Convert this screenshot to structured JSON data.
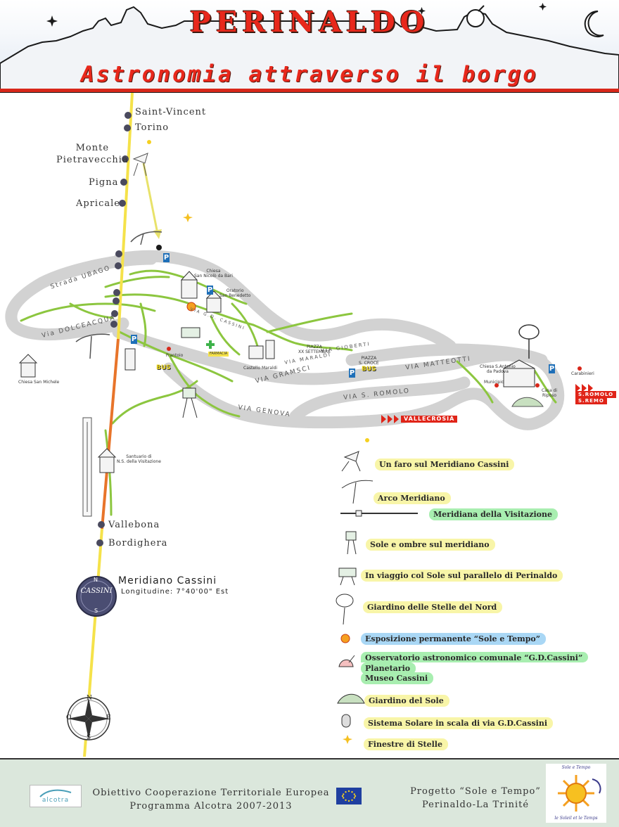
{
  "header": {
    "title": "PERINALDO",
    "subtitle": "Astronomia attraverso il borgo"
  },
  "colors": {
    "accent_red": "#d8271a",
    "road_gray": "#d2d2d2",
    "path_green": "#8cc63f",
    "meridian_yellow": "#f5e24a",
    "meridian_orange": "#e8742a",
    "parking_blue": "#1e6fb8",
    "footer_bg": "#dbe7dc"
  },
  "meridian_towns": [
    {
      "name": "Saint-Vincent"
    },
    {
      "name": "Torino"
    },
    {
      "name": "Monte\nPietravecchia"
    },
    {
      "name": "Pigna"
    },
    {
      "name": "Apricale"
    },
    {
      "name": "Vallebona"
    },
    {
      "name": "Bordighera"
    }
  ],
  "streets": {
    "ubago": "Strada UBAGO",
    "dolceacqua": "Via DOLCEACQUA",
    "gramsci": "VIA GRAMSCI",
    "genova": "VIA GENOVA",
    "romolo": "VIA S. ROMOLO",
    "matteotti": "VIA MATTEOTTI",
    "maraldi": "VIA MARALDI",
    "gioberti": "VIA GIOBERTI",
    "cassini": "VIA G.D. CASSINI"
  },
  "places": {
    "chiesa_nicolo": "Chiesa\nSan Nicolò da Bari",
    "oratorio": "Oratorio\nSan Benedetto",
    "frantoio": "Frantoio",
    "castello": "Castello Maraldi",
    "piazza_xx": "PIAZZA\nXX SETTEMBRE",
    "piazza_croce": "PIAZZA\nS. CROCE",
    "chiesa_antonio": "Chiesa S.Antonio\nda Padova",
    "municipio": "Municipio",
    "casa_riposo": "Casa di\nRiposo",
    "carabinieri": "Carabinieri",
    "chiesa_michele": "Chiesa San Michele",
    "santuario": "Santuario di\nN.S. della Visitazione",
    "farmacia": "FARMACIA"
  },
  "destinations": {
    "vallecrosia": "VALLECROSIA",
    "sromolo": "S.ROMOLO",
    "sremo": "S.REMO"
  },
  "signs": {
    "parking": "P",
    "bus": "BUS"
  },
  "meridian": {
    "name": "Meridiano  Cassini",
    "longitude": "Longitudine: 7°40'00\" Est",
    "medal_text": "CASSINI",
    "medal_n": "N",
    "medal_s": "S"
  },
  "compass": {
    "n": "N",
    "s": "S",
    "e": "E",
    "o": "O"
  },
  "legend": [
    {
      "icon": "lighthouse-icon",
      "label": "Un faro sul Meridiano Cassini",
      "highlight": "yellow"
    },
    {
      "icon": "arch-meridian-icon",
      "label": "Arco Meridiano",
      "highlight": "yellow"
    },
    {
      "icon": "meridian-line-icon",
      "label": "Meridiana della Visitazione",
      "highlight": "green"
    },
    {
      "icon": "sun-shadow-sign-icon",
      "label": "Sole e ombre sul meridiano",
      "highlight": "yellow"
    },
    {
      "icon": "sun-travel-sign-icon",
      "label": "In viaggio col Sole sul parallelo di Perinaldo",
      "highlight": "yellow"
    },
    {
      "icon": "north-stars-icon",
      "label": "Giardino delle Stelle del Nord",
      "highlight": "yellow"
    },
    {
      "icon": "exhibition-sun-icon",
      "label": "Esposizione permanente “Sole e Tempo”",
      "highlight": "blue"
    },
    {
      "icon": "observatory-icon",
      "label": "Osservatorio astronomico comunale “G.D.Cassini”",
      "label2": "Planetario",
      "label3": "Museo Cassini",
      "highlight": "green"
    },
    {
      "icon": "sun-garden-icon",
      "label": "Giardino del Sole",
      "highlight": "yellow"
    },
    {
      "icon": "solar-system-icon",
      "label": "Sistema Solare in scala di via G.D.Cassini",
      "highlight": "yellow"
    },
    {
      "icon": "star-icon",
      "label": "Finestre di Stelle",
      "highlight": "yellow"
    }
  ],
  "footer": {
    "alcotra_logo": "alcotra",
    "program_line1": "Obiettivo Cooperazione Territoriale Europea",
    "program_line2": "Programma Alcotra 2007-2013",
    "project_line1": "Progetto “Sole e Tempo”",
    "project_line2": "Perinaldo-La Trinité",
    "project_logo_top": "Sole e Tempo",
    "project_logo_bottom": "le Soleil et le Temps"
  }
}
